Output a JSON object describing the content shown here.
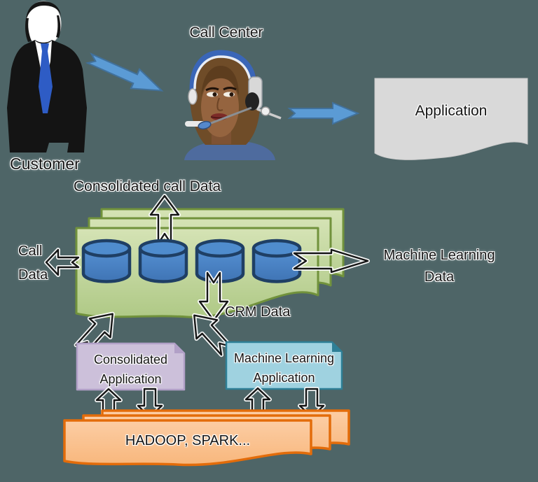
{
  "actors": {
    "customer": {
      "label": "Customer"
    },
    "call_center": {
      "label": "Call Center"
    },
    "application": {
      "label": "Application"
    }
  },
  "data_store": {
    "database_count": 4,
    "labels": {
      "consolidated_call_data": "Consolidated call Data",
      "call_data": {
        "line1": "Call",
        "line2": "Data"
      },
      "machine_learning_data": {
        "line1": "Machine Learning",
        "line2": "Data"
      },
      "crm_data": "CRM Data"
    }
  },
  "applications": {
    "consolidated": {
      "line1": "Consolidated",
      "line2": "Application"
    },
    "machine_learning": {
      "line1": "Machine Learning",
      "line2": "Application"
    }
  },
  "big_data_platform": {
    "label": "HADOOP, SPARK..."
  },
  "icons": {
    "database": "database-cylinder-icon",
    "person": "customer-person-icon",
    "agent": "call-center-agent-icon"
  },
  "colors": {
    "background": "#4e6567",
    "flow_arrow_fill": "#5b9bd5",
    "flow_arrow_border": "#41719c",
    "data_panel_fill": "#c3d69b",
    "data_panel_border": "#71923c",
    "database_fill": "#4a84c8",
    "database_border": "#1f3f64",
    "consolidated_app_fill": "#ccc0da",
    "consolidated_app_border": "#b1a0c7",
    "ml_app_fill": "#9fd2e0",
    "ml_app_border": "#2e7f96",
    "big_data_fill": "#fac090",
    "big_data_border": "#e36c0a",
    "suit": "#141414",
    "tie": "#2e5cc5"
  }
}
